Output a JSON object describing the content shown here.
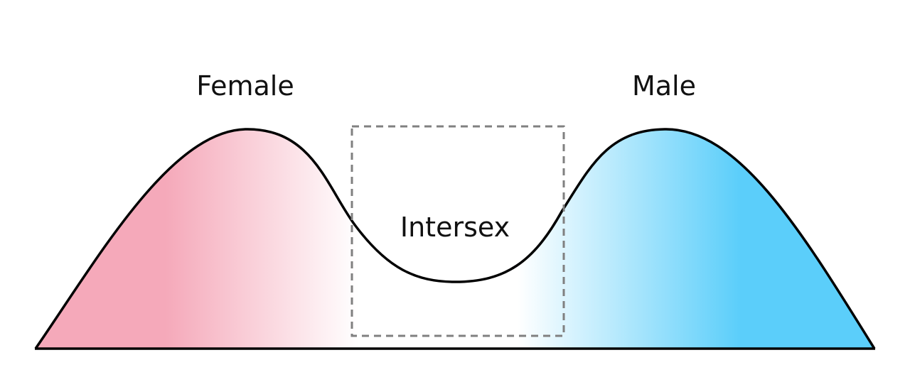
{
  "labels": {
    "female": "Female",
    "male": "Male",
    "intersex": "Intersex"
  },
  "colors": {
    "female": "#f5a9ba",
    "male": "#5bcefa",
    "middle": "#ffffff",
    "outline": "#000000",
    "box": "#808080"
  }
}
